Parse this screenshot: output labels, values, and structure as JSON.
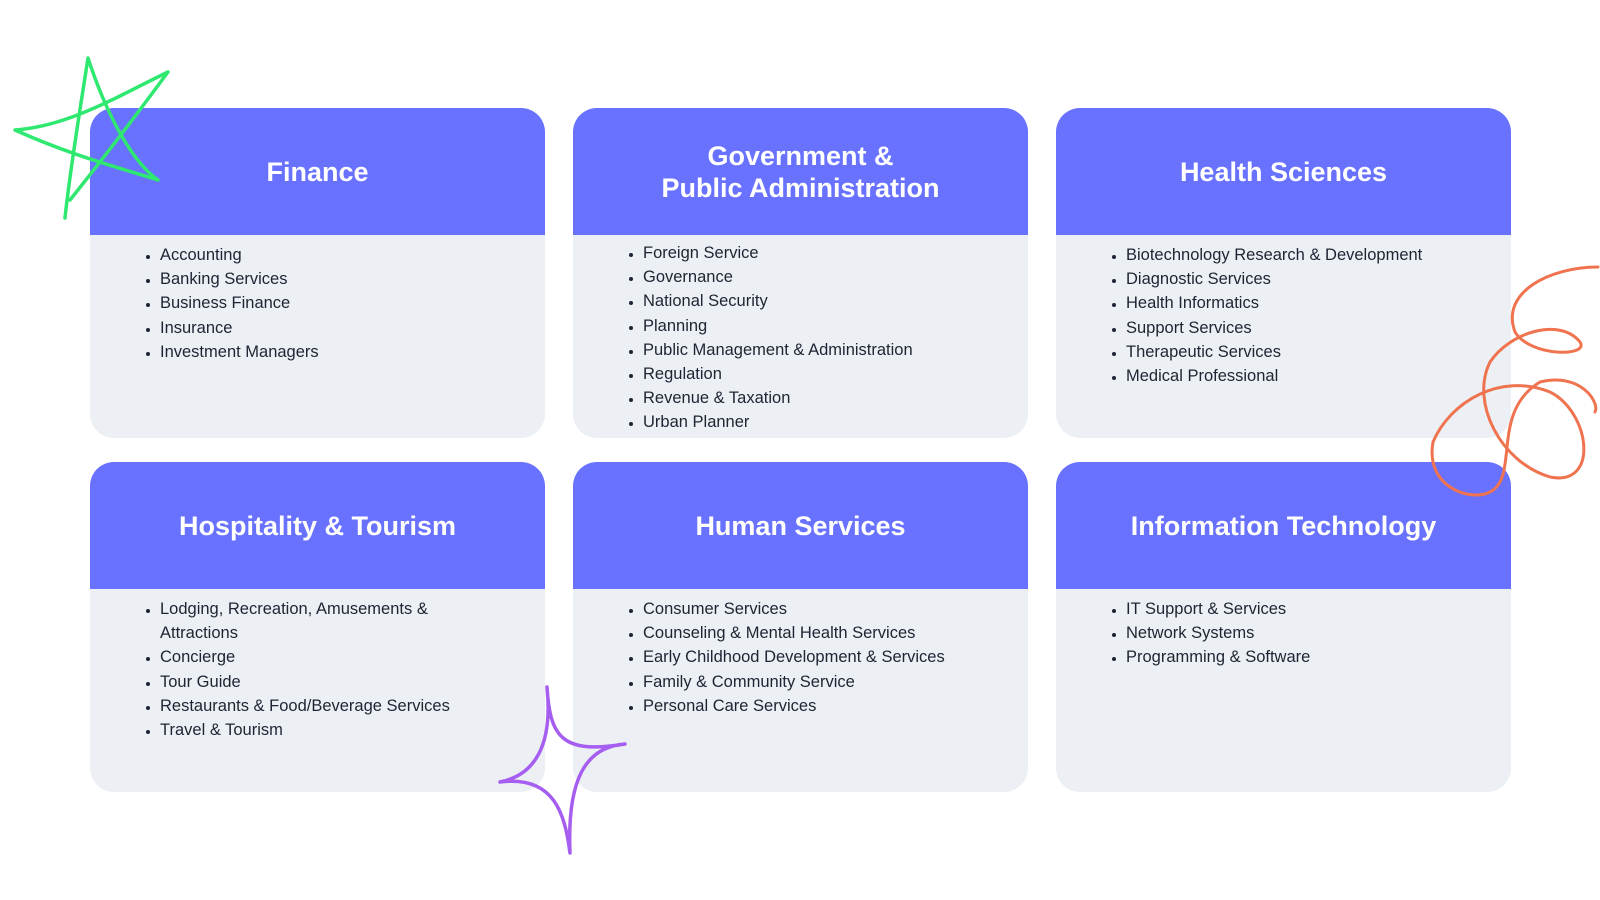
{
  "cards": [
    {
      "title": "Finance",
      "items": [
        "Accounting",
        "Banking Services",
        "Business Finance",
        "Insurance",
        "Investment Managers"
      ]
    },
    {
      "title": "Government &\nPublic Administration",
      "items": [
        "Foreign Service",
        "Governance",
        "National Security",
        "Planning",
        "Public Management & Administration",
        "Regulation",
        "Revenue & Taxation",
        "Urban Planner"
      ]
    },
    {
      "title": "Health Sciences",
      "items": [
        "Biotechnology Research & Development",
        "Diagnostic Services",
        "Health Informatics",
        "Support Services",
        "Therapeutic Services",
        "Medical Professional"
      ]
    },
    {
      "title": "Hospitality & Tourism",
      "items": [
        "Lodging, Recreation, Amusements & Attractions",
        "Concierge",
        "Tour Guide",
        "Restaurants & Food/Beverage Services",
        "Travel & Tourism"
      ]
    },
    {
      "title": "Human Services",
      "items": [
        "Consumer Services",
        "Counseling & Mental Health Services",
        "Early Childhood Development & Services",
        "Family & Community Service",
        "Personal Care Services"
      ]
    },
    {
      "title": "Information Technology",
      "items": [
        "IT Support & Services",
        "Network Systems",
        "Programming & Software"
      ]
    }
  ],
  "colors": {
    "header": "#6872ff",
    "card_body": "#eceff3",
    "star_green": "#2ee86f",
    "scribble_orange": "#f07350",
    "sparkle_purple": "#a55ef0"
  },
  "decorations": [
    "green-star-icon",
    "orange-scribble-icon",
    "purple-sparkle-icon"
  ]
}
